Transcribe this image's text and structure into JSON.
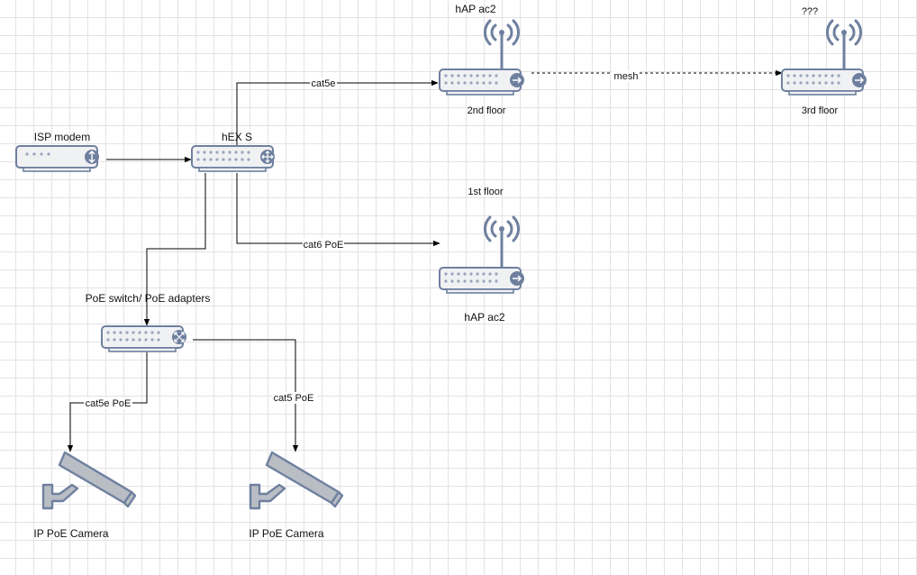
{
  "nodes": {
    "isp_modem": {
      "label": "ISP modem"
    },
    "hex_s": {
      "label": "hEX S"
    },
    "hap_2nd": {
      "label_top": "hAP ac2",
      "label_bottom": "2nd floor"
    },
    "ap_3rd": {
      "label_top": "???",
      "label_bottom": "3rd floor"
    },
    "hap_1st": {
      "label_top": "1st floor",
      "label_bottom": "hAP ac2"
    },
    "poe_switch": {
      "label": "PoE switch/ PoE adapters"
    },
    "camera_1": {
      "label": "IP PoE Camera"
    },
    "camera_2": {
      "label": "IP PoE Camera"
    }
  },
  "edges": {
    "hex_to_2nd": {
      "label": "cat5e"
    },
    "mesh": {
      "label": "mesh"
    },
    "hex_to_1st": {
      "label": "cat6 PoE"
    },
    "switch_to_cam1": {
      "label": "cat5e PoE"
    },
    "switch_to_cam2": {
      "label": "cat5 PoE"
    }
  },
  "colors": {
    "device_stroke": "#6f809f",
    "device_fill": "#f0f1f3",
    "camera_fill": "#b9bdc4",
    "grid": "#e3e3e3"
  },
  "icons": {
    "router": "router-icon",
    "modem": "modem-icon",
    "switch": "switch-icon",
    "wifi": "wifi-antenna-icon",
    "camera": "security-camera-icon"
  }
}
